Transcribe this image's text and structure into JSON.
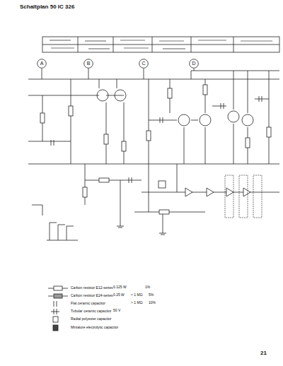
{
  "diagram": {
    "title": "Schaltplan 50 IC 326",
    "nodes": [
      {
        "text": [
          "A"
        ]
      },
      {
        "text": [
          "B"
        ]
      },
      {
        "text": [
          "C"
        ]
      },
      {
        "text": [
          "D"
        ]
      }
    ],
    "labels": [
      "0.125 W",
      "1%",
      "0.25 W",
      "< 1 MΩ",
      "5%",
      "> 1 MΩ",
      "10%",
      "50 V",
      "21"
    ],
    "legend": [
      {
        "text": "Carbon resistor E12-series"
      },
      {
        "text": "Carbon resistor E24-series"
      },
      {
        "text": "Flat ceramic capacitor"
      },
      {
        "text": "Tubular ceramic capacitor"
      },
      {
        "text": "Radial polyester capacitor"
      },
      {
        "text": "Miniature electrolytic capacitor"
      }
    ]
  }
}
